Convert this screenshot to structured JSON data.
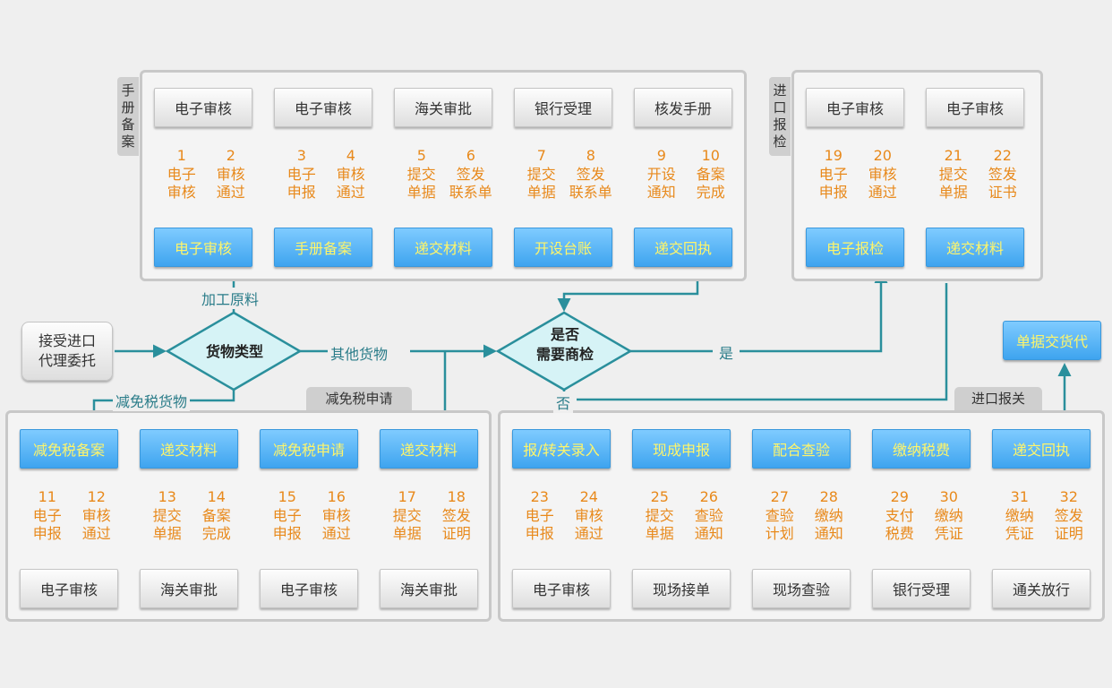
{
  "colors": {
    "teal_line": "#2a8f9c",
    "blue_box": "#4fb0f5",
    "step_text": "#e8891b",
    "highlight_text": "#fff56a"
  },
  "panels": {
    "handbook": {
      "tab": "手\n册\n备\n案"
    },
    "inspection": {
      "tab": "进\n口\n报\n检"
    },
    "exemption": {
      "tab": "减免税申请"
    },
    "customs": {
      "tab": "进口报关"
    }
  },
  "handbook_top": [
    "电子审核",
    "电子审核",
    "海关审批",
    "银行受理",
    "核发手册"
  ],
  "handbook_bottom": [
    "电子审核",
    "手册备案",
    "递交材料",
    "开设台账",
    "递交回执"
  ],
  "handbook_steps": [
    {
      "num": "1",
      "label": "电子\n审核"
    },
    {
      "num": "2",
      "label": "审核\n通过"
    },
    {
      "num": "3",
      "label": "电子\n申报"
    },
    {
      "num": "4",
      "label": "审核\n通过"
    },
    {
      "num": "5",
      "label": "提交\n单据"
    },
    {
      "num": "6",
      "label": "签发\n联系单"
    },
    {
      "num": "7",
      "label": "提交\n单据"
    },
    {
      "num": "8",
      "label": "签发\n联系单"
    },
    {
      "num": "9",
      "label": "开设\n通知"
    },
    {
      "num": "10",
      "label": "备案\n完成"
    }
  ],
  "inspection_top": [
    "电子审核",
    "电子审核"
  ],
  "inspection_bottom": [
    "电子报检",
    "递交材料"
  ],
  "inspection_steps": [
    {
      "num": "19",
      "label": "电子\n申报"
    },
    {
      "num": "20",
      "label": "审核\n通过"
    },
    {
      "num": "21",
      "label": "提交\n单据"
    },
    {
      "num": "22",
      "label": "签发\n证书"
    }
  ],
  "exemption_top": [
    "减免税备案",
    "递交材料",
    "减免税申请",
    "递交材料"
  ],
  "exemption_bottom": [
    "电子审核",
    "海关审批",
    "电子审核",
    "海关审批"
  ],
  "exemption_steps": [
    {
      "num": "11",
      "label": "电子\n申报"
    },
    {
      "num": "12",
      "label": "审核\n通过"
    },
    {
      "num": "13",
      "label": "提交\n单据"
    },
    {
      "num": "14",
      "label": "备案\n完成"
    },
    {
      "num": "15",
      "label": "电子\n申报"
    },
    {
      "num": "16",
      "label": "审核\n通过"
    },
    {
      "num": "17",
      "label": "提交\n单据"
    },
    {
      "num": "18",
      "label": "签发\n证明"
    }
  ],
  "customs_top": [
    "报/转关录入",
    "现成申报",
    "配合查验",
    "缴纳税费",
    "递交回执"
  ],
  "customs_bottom": [
    "电子审核",
    "现场接单",
    "现场查验",
    "银行受理",
    "通关放行"
  ],
  "customs_steps": [
    {
      "num": "23",
      "label": "电子\n申报"
    },
    {
      "num": "24",
      "label": "审核\n通过"
    },
    {
      "num": "25",
      "label": "提交\n单据"
    },
    {
      "num": "26",
      "label": "查验\n通知"
    },
    {
      "num": "27",
      "label": "查验\n计划"
    },
    {
      "num": "28",
      "label": "缴纳\n通知"
    },
    {
      "num": "29",
      "label": "支付\n税费"
    },
    {
      "num": "30",
      "label": "缴纳\n凭证"
    },
    {
      "num": "31",
      "label": "缴纳\n凭证"
    },
    {
      "num": "32",
      "label": "签发\n证明"
    }
  ],
  "start_box": "接受进口\n代理委托",
  "end_box": "单据交货代",
  "decision_goods": "货物类型",
  "decision_inspect": "是否\n需要商检",
  "flow_labels": {
    "raw": "加工原料",
    "other": "其他货物",
    "exempt": "减免税货物",
    "yes": "是",
    "no": "否"
  }
}
